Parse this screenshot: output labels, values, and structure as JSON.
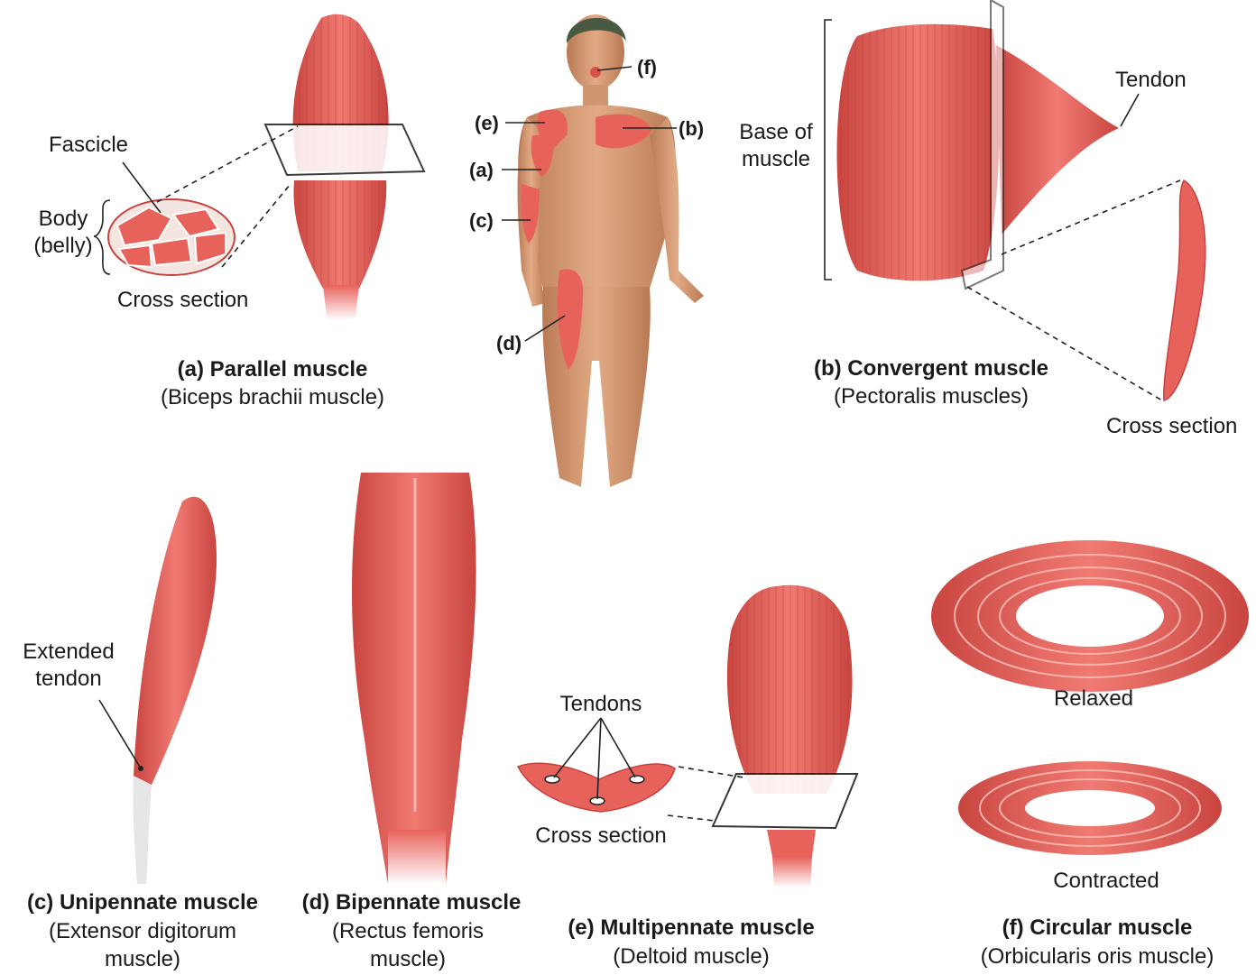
{
  "colors": {
    "muscle": "#e8625c",
    "muscle_dark": "#c9413d",
    "muscle_light": "#f79a92",
    "tendon": "#eeeeee",
    "skin": "#d8a078",
    "line": "#222222"
  },
  "panels": {
    "a": {
      "title": "(a) Parallel muscle",
      "subtitle": "(Biceps brachii muscle)",
      "fascicle": "Fascicle",
      "body_line1": "Body",
      "body_line2": "(belly)",
      "cross_section": "Cross section"
    },
    "b": {
      "title": "(b) Convergent muscle",
      "subtitle": "(Pectoralis muscles)",
      "tendon": "Tendon",
      "base_line1": "Base of",
      "base_line2": "muscle",
      "cross_section": "Cross section"
    },
    "c": {
      "title": "(c) Unipennate muscle",
      "subtitle_line1": "(Extensor digitorum",
      "subtitle_line2": "muscle)",
      "ext_line1": "Extended",
      "ext_line2": "tendon"
    },
    "d": {
      "title": "(d) Bipennate muscle",
      "subtitle_line1": "(Rectus femoris",
      "subtitle_line2": "muscle)"
    },
    "e": {
      "title": "(e) Multipennate muscle",
      "subtitle": "(Deltoid muscle)",
      "tendons": "Tendons",
      "cross_section": "Cross section"
    },
    "f": {
      "title": "(f) Circular muscle",
      "subtitle": "(Orbicularis oris muscle)",
      "relaxed": "Relaxed",
      "contracted": "Contracted"
    }
  },
  "figure_letters": {
    "a": "(a)",
    "b": "(b)",
    "c": "(c)",
    "d": "(d)",
    "e": "(e)",
    "f": "(f)"
  }
}
